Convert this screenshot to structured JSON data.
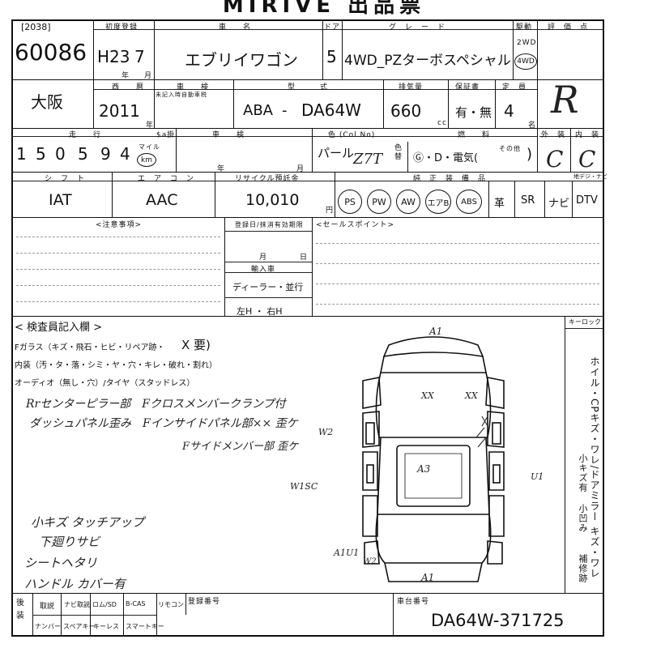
{
  "title": "MIRIVE 出品票",
  "header": {
    "lot_label": "[2038]",
    "lot_number": "60086",
    "reg_label": "初度登録",
    "reg_value": "H23",
    "reg_month": "7",
    "year_unit": "年",
    "month_unit": "月",
    "name_label": "車　　名",
    "name_value": "エブリイワゴン",
    "door_label": "ドア",
    "door_value": "5",
    "grade_label": "グ　レ　ー　ド",
    "grade_value": "4WD_PZターボスペシャル",
    "drive_label": "駆動",
    "drive_2wd": "2WD",
    "drive_4wd": "4WD",
    "score_label": "評　価　点",
    "score_value": "R"
  },
  "row2": {
    "location": "大阪",
    "seireki_label": "西　　暦",
    "seireki_value": "2011",
    "shaken_label": "車　　検",
    "shaken_sub": "未記入時自動車税",
    "model_label": "型　　　式",
    "model_prefix": "ABA",
    "model_dash": "-",
    "model_value": "DA64W",
    "disp_label": "排気量",
    "disp_value": "660",
    "disp_unit": "cc",
    "warranty_label": "保証書",
    "warranty_value": "有・無",
    "capacity_label": "定　員",
    "capacity_value": "4",
    "capacity_unit": "名"
  },
  "row3": {
    "mileage_label": "走　　行",
    "mileage_digits": [
      "1",
      "5",
      "0",
      "5",
      "9",
      "4"
    ],
    "mileage_unit_mile": "マイル",
    "mileage_unit_km": "km",
    "sdo_label": "$a掛",
    "sharen_label": "車　　検",
    "color_label": "色 (Col.No)",
    "color_value": "パール",
    "color_code": "Z7T",
    "color_change_label": "色替",
    "fuel_label": "燃　　料",
    "fuel_value": "Ⓖ・D・電気(",
    "fuel_other": "その他",
    "fuel_close": ")",
    "ext_label": "外　装",
    "int_label": "内　装",
    "ext_value": "C",
    "int_value": "C"
  },
  "row4": {
    "shift_label": "シ　フ　ト",
    "shift_value": "IAT",
    "ac_label": "エ　ア　コ　ン",
    "ac_value": "AAC",
    "recycle_label": "リサイクル預託金",
    "recycle_value": "10,010",
    "recycle_unit": "円",
    "equip_label": "純　正　装　備　品",
    "equip_circled": [
      "PS",
      "PW",
      "AW",
      "エアB",
      "ABS"
    ],
    "equip_plain": [
      "革",
      "SR",
      "ナビ",
      "DTV"
    ],
    "equip_extra": "地デジ・ナビ"
  },
  "notes": {
    "caution_label": "<注意事項>",
    "reg_expiry_label": "登録日/抹消有効期限",
    "month": "月",
    "day": "日",
    "import_label": "輸入車",
    "dealer_label": "ディーラー・並行",
    "steering_label": "左H ・ 右H",
    "sales_label": "<セールスポイント>"
  },
  "inspection": {
    "title": "< 検査員記入欄 >",
    "keylock": "キーロック",
    "fglass": "Fガラス（キズ・飛石・ヒビ・リペア跡・",
    "fglass_x": "X 要)",
    "interior": "内装（汚・タ・落・シミ・ヤ・穴・キレ・破れ・割れ）",
    "audio": "オーディオ（無し・穴）/タイヤ（スタッドレス）",
    "hand_lines": [
      "Rrセンターピラー部　Fクロスメンバークランプ付",
      "ダッシュパネル歪み　Fインサイドパネル部×× 歪ケ",
      "Fサイドメンバー部 歪ケ"
    ],
    "hand_lower": [
      "小キズ タッチアップ",
      "下廻りサビ",
      "シートヘタリ",
      "ハンドル カバー有"
    ],
    "right_vertical_1": "ホイル・CPキズ・ワレ/ドアミラー キズ・ワレ",
    "right_vertical_2": "小キズ有",
    "right_vertical_3": "小凹み",
    "right_vertical_4": "補修跡",
    "diagram_marks": [
      "A1",
      "XX",
      "XX",
      "W2",
      "A3",
      "W1SC",
      "U1",
      "A1U1",
      "W2",
      "A1"
    ]
  },
  "footer": {
    "kouki_label": "後装",
    "items_row1": [
      "取説",
      "ナビ取説",
      "ロム/SD",
      "B-CAS",
      "リモコン"
    ],
    "items_row2": [
      "ナンバー",
      "スペアキー",
      "キーレス",
      "スマートキー"
    ],
    "reg_number_label": "登録番号",
    "chassis_label": "車台番号",
    "chassis_value": "DA64W-371725"
  }
}
